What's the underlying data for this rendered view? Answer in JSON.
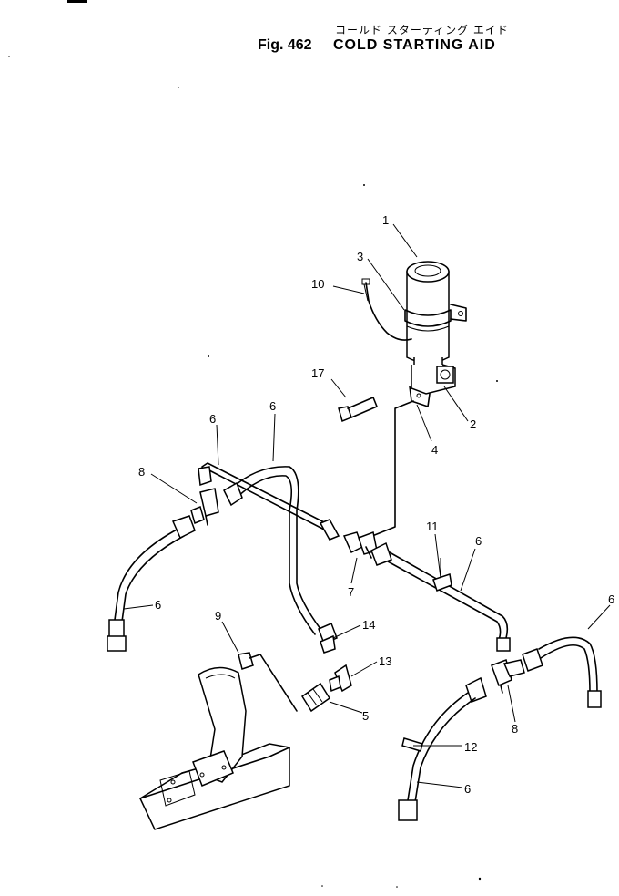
{
  "header": {
    "title_jp": "コールド スターティング エイド",
    "fig_label": "Fig. 462",
    "title": "COLD STARTING AID"
  },
  "callouts": [
    {
      "id": "c1",
      "label": "1"
    },
    {
      "id": "c3",
      "label": "3"
    },
    {
      "id": "c10",
      "label": "10"
    },
    {
      "id": "c17",
      "label": "17"
    },
    {
      "id": "c2",
      "label": "2"
    },
    {
      "id": "c4",
      "label": "4"
    },
    {
      "id": "c6a",
      "label": "6"
    },
    {
      "id": "c6b",
      "label": "6"
    },
    {
      "id": "c8a",
      "label": "8"
    },
    {
      "id": "c6c",
      "label": "6"
    },
    {
      "id": "c11",
      "label": "11"
    },
    {
      "id": "c6d",
      "label": "6"
    },
    {
      "id": "c7",
      "label": "7"
    },
    {
      "id": "c6e",
      "label": "6"
    },
    {
      "id": "c9",
      "label": "9"
    },
    {
      "id": "c14",
      "label": "14"
    },
    {
      "id": "c13",
      "label": "13"
    },
    {
      "id": "c5",
      "label": "5"
    },
    {
      "id": "c8b",
      "label": "8"
    },
    {
      "id": "c12",
      "label": "12"
    },
    {
      "id": "c6f",
      "label": "6"
    }
  ]
}
